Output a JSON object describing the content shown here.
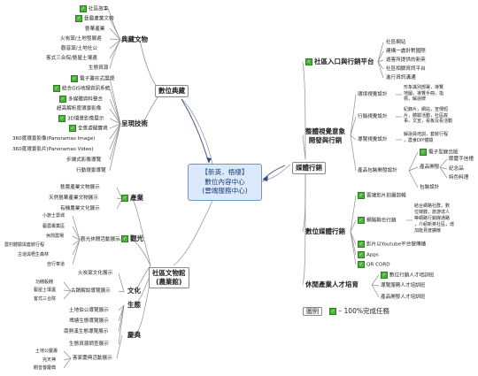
{
  "center": {
    "line1": "【新英．梧棲】",
    "line2": "數位內容中心",
    "line3": "(雲端服務中心)"
  },
  "branches": {
    "digital": "數位典藏",
    "media": "媒體行銷",
    "studio": "社區文物館\n(農業館)"
  },
  "digital": {
    "special": {
      "label": "典藏文物",
      "items": [
        "社區故事",
        "藝農產業文物",
        "藝華產業",
        "火炭窯/土地發展遊",
        "觀音窯/土地社公",
        "客式三合院/藝屋土壤遺",
        "生態資源"
      ]
    },
    "tech": {
      "label": "呈現技術",
      "items": [
        "電子書形式展現",
        "結合GIS地理資訊系統",
        "多媒體資料整合",
        "超高解析度環景影像",
        "3D環景影像展示",
        "全景虛擬實境",
        "360度環景影像(Panoramas Image)",
        "360度環景影片(Panoramas Video)",
        "步讓式影像導覽",
        "行動環景導覽"
      ]
    }
  },
  "media": {
    "web": {
      "label": "社區入口與行銷平台",
      "items": [
        "社區網站",
        "建構一處針對國際",
        "遊客所提供的新英",
        "社區相關資訊平台",
        "進行資訊溝通"
      ]
    },
    "visual": {
      "label": "整體視覺意象\n開發與行銷",
      "env": {
        "label": "環境視覺設計",
        "desc": "形象識別部署，導覽\n地圖，導覽手冊，指\n標，解說牌"
      },
      "market": {
        "label": "行銷視覺設計",
        "desc": "紀錄片，網站，宣傳短\n片，體驗活動，社區故\n事，文宣，看板及看活動"
      },
      "edu": {
        "label": "導覽視覺設計",
        "desc": "解說員培訓，套裝行程\n，農食DIY體驗"
      },
      "pkg": {
        "label": "產品包裝開發設計",
        "ebook": "電子型錄出版",
        "dev": "產品開發",
        "devItems": [
          "節慶手信禮",
          "紀念品",
          "特色料理"
        ],
        "box": "包裝設計"
      }
    },
    "digital": {
      "label": "數位媒體行銷",
      "items": [
        "雲端影片拍攝剪輯",
        "網路聯合行銷",
        "影片以Youtube平台做傳播",
        "Apps",
        "QR CORD"
      ],
      "netDesc": "結合網路社群，數\n位媒體，旅游達人\n等網路行銷媒通路\n，介紹新英社區，增\n加能見度擴散"
    },
    "talent": {
      "label": "休閒產業人才培育",
      "items": [
        "數位行銷人才培訓班",
        "導覽服務人才培訓班",
        "產品開發人才培訓班"
      ]
    }
  },
  "studio": {
    "industry": {
      "label": "產業",
      "items": [
        "藝農產業文物展示",
        "天然藝華產業文物展示",
        "有機農業文化展示"
      ]
    },
    "tourism": {
      "label": "觀光",
      "mid": "觀光休閒活動展示",
      "items": [
        "小旅士雲城",
        "藝農專業區",
        "休閒農場",
        "農村體驗與套裝行程",
        "古道與梧生森林",
        "自行車道"
      ]
    },
    "culture": {
      "label": "文化",
      "a": "火炭窯文化展示",
      "b": "古蹟解說導覽展示",
      "bItems": [
        "功餞殺餞",
        "藝屋土壤遺",
        "客式三合院"
      ]
    },
    "ecology": {
      "label": "生態",
      "items": [
        "土地伯公導覽展示",
        "埤塘生態導覽展示",
        "南勢溪生態導覽展示",
        "生態資源調查展示"
      ]
    },
    "festival": {
      "label": "慶典",
      "mid": "客家慶典活動展示",
      "items": [
        "土地公慶壽",
        "完天神",
        "觀音菩慶典"
      ]
    }
  },
  "legend": {
    "label": "圖例",
    "text": "100%完成任務"
  }
}
